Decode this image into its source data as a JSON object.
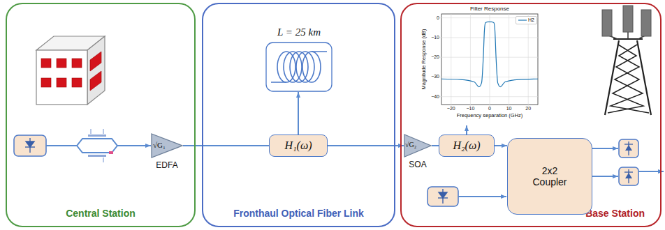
{
  "diagram": {
    "nodes": [
      {
        "text": [
          "Central Station"
        ]
      },
      {
        "text": [
          "√G₁",
          "EDFA"
        ],
        "in": 0
      },
      {
        "text": [
          "Fronthaul Optical Fiber Link"
        ]
      },
      {
        "text": [
          "L = 25 km"
        ],
        "in": 2
      },
      {
        "text": [
          "H₁(ω)"
        ],
        "in": 2
      },
      {
        "text": [
          "Base Station"
        ]
      },
      {
        "text": [
          "Filter Response"
        ],
        "in": 5
      },
      {
        "text": [
          "√G₂",
          "SOA"
        ],
        "in": 5
      },
      {
        "text": [
          "H₂(ω)"
        ],
        "in": 5
      },
      {
        "text": [
          "2x2 Coupler"
        ],
        "in": 5
      }
    ],
    "edges": [
      {
        "from": 1,
        "to": 4,
        "arrow": "none"
      },
      {
        "from": 4,
        "to": 3,
        "arrow": "to"
      },
      {
        "from": 4,
        "to": 7,
        "arrow": "to"
      },
      {
        "from": 7,
        "to": 8,
        "arrow": "none"
      },
      {
        "from": 8,
        "to": 6,
        "arrow": "to"
      },
      {
        "from": 8,
        "to": 9,
        "arrow": "to"
      }
    ],
    "labels": [
      "0",
      "−10",
      "−20",
      "−30",
      "−40",
      "−20",
      "−10",
      "0",
      "10",
      "20",
      "Frequency separation (GHz)",
      "Magnitude Response (dB)"
    ],
    "legend": [
      {
        "text": "H2"
      }
    ]
  }
}
